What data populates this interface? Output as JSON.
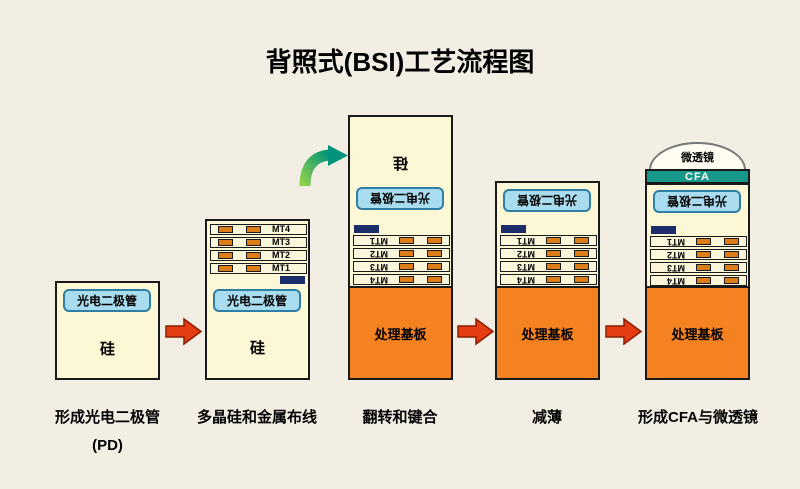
{
  "title": "背照式(BSI)工艺流程图",
  "labels": {
    "photodiode": "光电二极管",
    "silicon": "硅",
    "handle_substrate": "处理基板",
    "cfa": "CFA",
    "microlens": "微透镜"
  },
  "metal_layers": [
    "MT1",
    "MT2",
    "MT3",
    "MT4"
  ],
  "stages": [
    {
      "caption": [
        "形成光电二极管",
        "(PD)"
      ]
    },
    {
      "caption": [
        "多晶硅和金属布线"
      ]
    },
    {
      "caption": [
        "翻转和键合"
      ]
    },
    {
      "caption": [
        "减薄"
      ]
    },
    {
      "caption": [
        "形成CFA与微透镜"
      ]
    }
  ],
  "colors": {
    "background": "#f3eee3",
    "wafer_fill": "#fcf7d5",
    "outline": "#1a1a1a",
    "photodiode_fill": "#a9dcee",
    "photodiode_border": "#2e7fa3",
    "metal_fill": "#dd7d18",
    "polysilicon_gate_fill": "#1c2d6b",
    "substrate_fill": "#f58220",
    "cfa_fill": "#17988a",
    "microlens_fill": "#fffdf2",
    "red_arrow": "#e63c12",
    "green_arrow": "#00927a"
  }
}
